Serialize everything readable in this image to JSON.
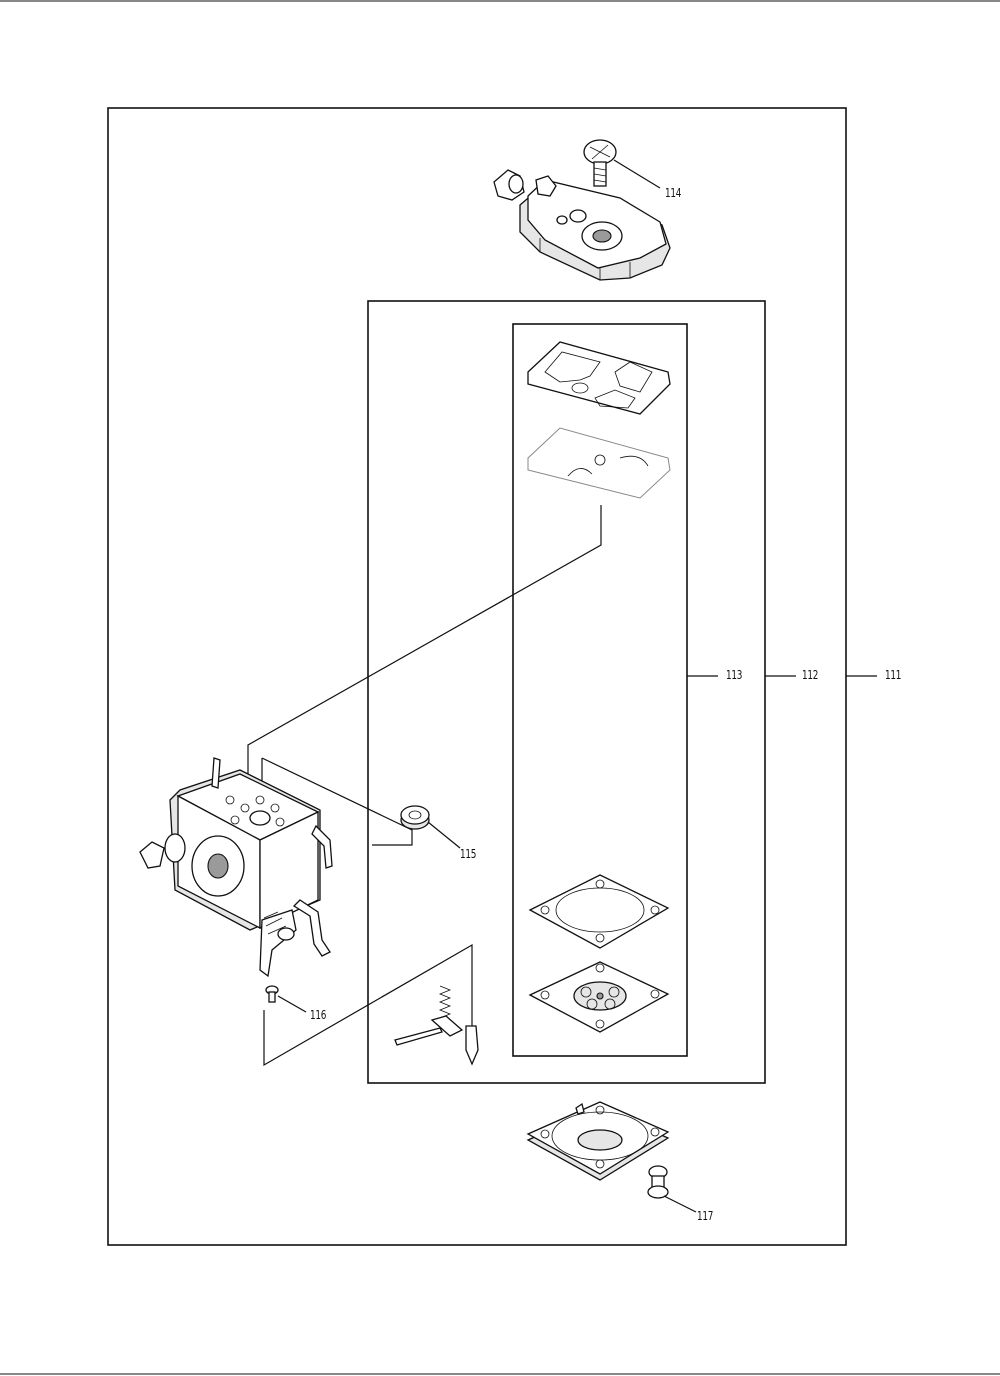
{
  "diagram": {
    "callouts": {
      "c111": "111",
      "c112": "112",
      "c113": "113",
      "c114": "114",
      "c115": "115",
      "c116": "116",
      "c117": "117"
    }
  }
}
